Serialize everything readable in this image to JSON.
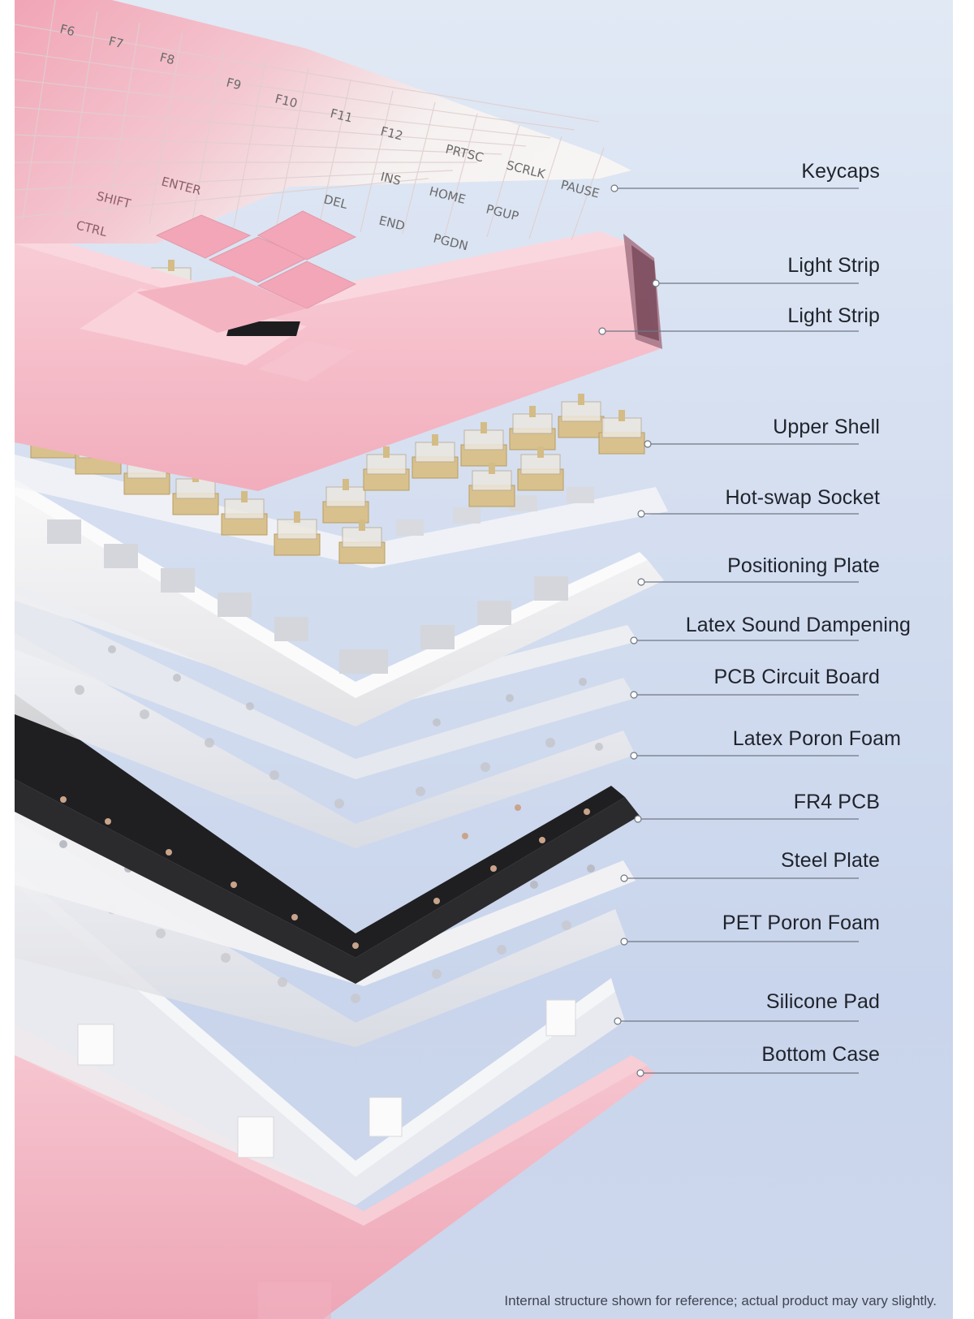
{
  "colors": {
    "pink_shell": "#f4b9c6",
    "pink_keys": "#f1a8b8",
    "white_keys": "#f6f3f2",
    "pcb_black": "#2b2b2d",
    "background": "#d4def0"
  },
  "keycap_legends": [
    "F6",
    "F7",
    "F8",
    "F9",
    "F10",
    "F11",
    "F12",
    "PRTSC",
    "SCRLK",
    "PAUSE",
    "INS",
    "HOME",
    "PGUP",
    "DEL",
    "END",
    "PGDN",
    "ENTER",
    "SHIFT",
    "CTRL"
  ],
  "callouts": [
    {
      "label": "Keycaps"
    },
    {
      "label": "Light Strip"
    },
    {
      "label": "Light Strip"
    },
    {
      "label": "Upper Shell"
    },
    {
      "label": "Hot-swap Socket"
    },
    {
      "label": "Positioning Plate"
    },
    {
      "label": "Latex Sound Dampening"
    },
    {
      "label": "PCB Circuit Board"
    },
    {
      "label": "Latex Poron Foam"
    },
    {
      "label": "FR4 PCB"
    },
    {
      "label": "Steel Plate"
    },
    {
      "label": "PET Poron Foam"
    },
    {
      "label": "Silicone Pad"
    },
    {
      "label": "Bottom Case"
    }
  ],
  "disclaimer": "Internal structure shown for reference; actual product may vary slightly."
}
